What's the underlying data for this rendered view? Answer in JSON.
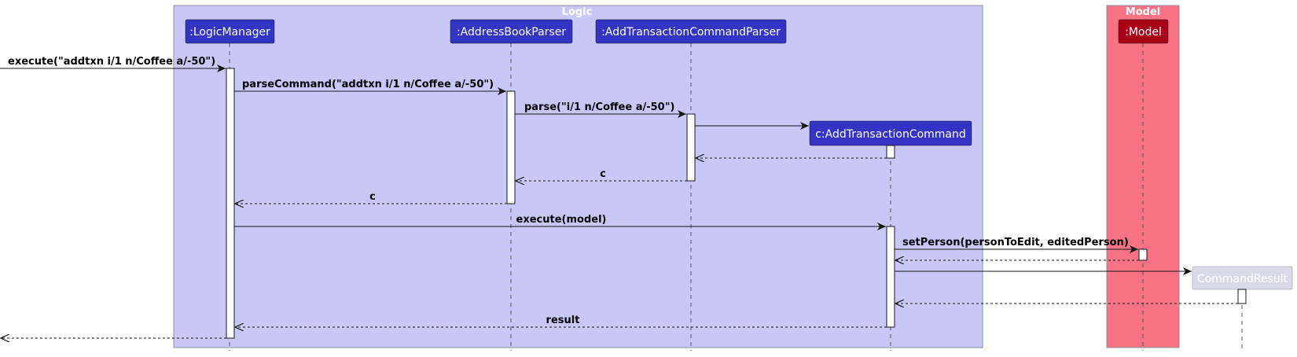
{
  "boundaries": {
    "logic": {
      "title": "Logic",
      "color": "#C8C8F8"
    },
    "model": {
      "title": "Model",
      "color": "#F87384"
    }
  },
  "participants": {
    "logic_manager": {
      "label": ":LogicManager",
      "color": "#3333C4"
    },
    "address_book_parser": {
      "label": ":AddressBookParser",
      "color": "#3333C4"
    },
    "add_txn_parser": {
      "label": ":AddTransactionCommandParser",
      "color": "#3333C4"
    },
    "add_txn_command": {
      "label": "c:AddTransactionCommand",
      "color": "#3333C4"
    },
    "model": {
      "label": ":Model",
      "color": "#A80018"
    },
    "command_result": {
      "label": "CommandResult",
      "color": "#DADAE6"
    }
  },
  "messages": {
    "execute_input": "execute(\"addtxn i/1 n/Coffee a/-50\")",
    "parse_command": "parseCommand(\"addtxn i/1 n/Coffee a/-50\")",
    "parse": "parse(\"i/1 n/Coffee a/-50\")",
    "return_c_parser": "c",
    "return_c_abp": "c",
    "execute_model": "execute(model)",
    "set_person": "setPerson(personToEdit, editedPerson)",
    "return_result": "result"
  }
}
